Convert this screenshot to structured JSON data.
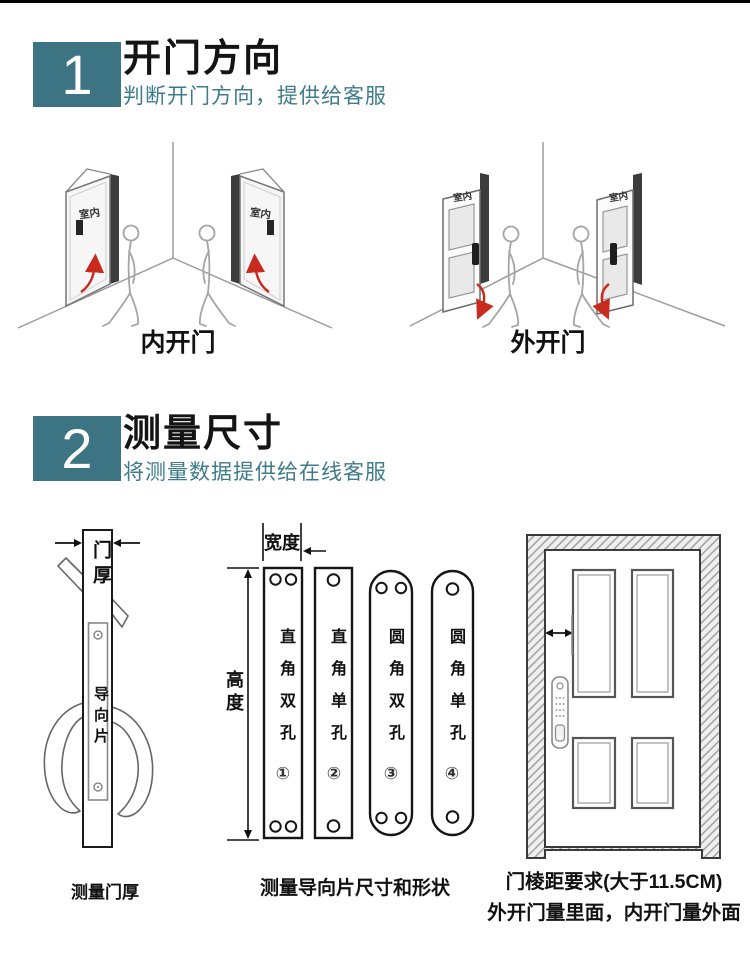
{
  "colors": {
    "accent_teal": "#3d7484",
    "arrow_red": "#c92a1e"
  },
  "section1": {
    "number": "1",
    "title": "开门方向",
    "subtitle": "判断开门方向，提供给客服",
    "inward": {
      "caption": "内开门",
      "indoor_label": "室内"
    },
    "outward": {
      "caption": "外开门",
      "indoor_label": "室内"
    }
  },
  "section2": {
    "number": "2",
    "title": "测量尺寸",
    "subtitle": "将测量数据提供给在线客服",
    "thickness_diagram": {
      "door_thickness_label": "门厚",
      "guide_plate_label": "导向片",
      "caption": "测量门厚"
    },
    "plates_diagram": {
      "width_label": "宽度",
      "height_label": "高度",
      "caption": "测量导向片尺寸和形状",
      "plates": [
        {
          "label": "直角双孔",
          "number": "①"
        },
        {
          "label": "直角单孔",
          "number": "②"
        },
        {
          "label": "圆角双孔",
          "number": "③"
        },
        {
          "label": "圆角单孔",
          "number": "④"
        }
      ]
    },
    "door_diagram": {
      "caption_line1": "门棱距要求(大于11.5CM)",
      "caption_line2": "外开门量里面，内开门量外面"
    }
  }
}
